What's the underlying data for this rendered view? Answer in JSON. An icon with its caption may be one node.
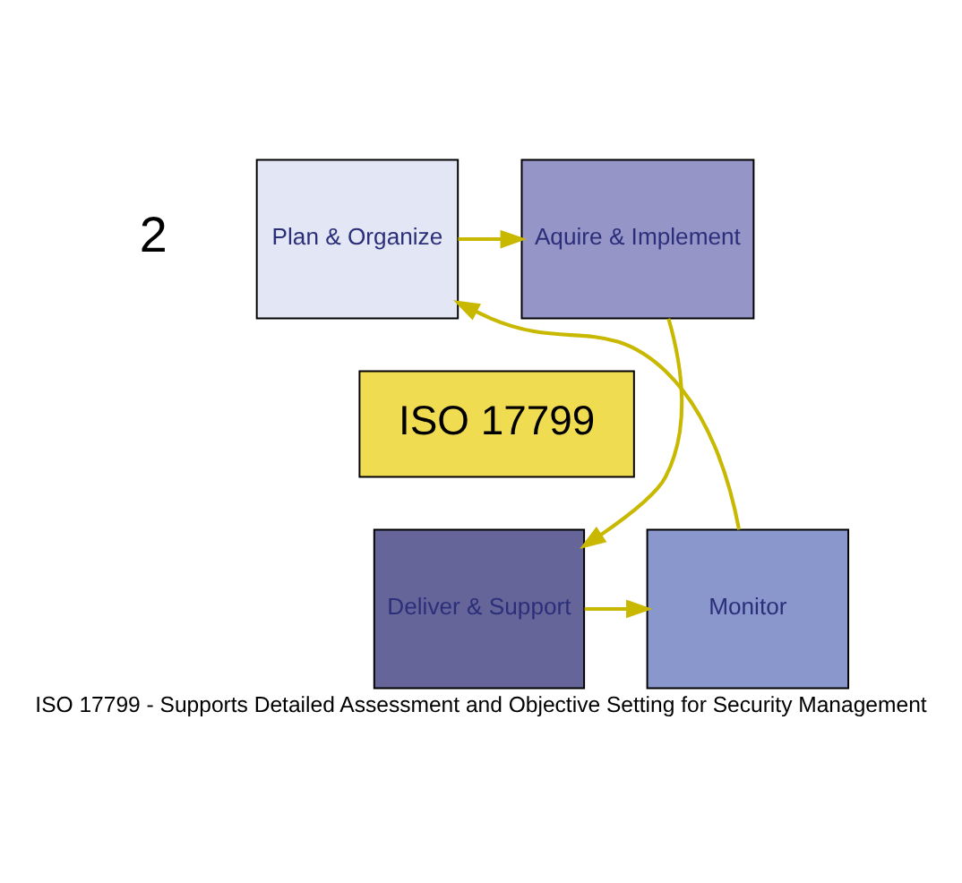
{
  "diagram": {
    "caption": "ISO 17799 - Supports Detailed Assessment and Objective Setting for Security Management",
    "nodes": [
      {
        "text": [
          "Plan & Organize"
        ]
      },
      {
        "text": [
          "Aquire & Implement"
        ]
      },
      {
        "text": [
          "Deliver & Support"
        ]
      },
      {
        "text": [
          "Monitor"
        ]
      },
      {
        "text": [
          "ISO 17799"
        ]
      }
    ],
    "edges": [
      {
        "from": 0,
        "to": 1,
        "arrow": "to"
      },
      {
        "from": 1,
        "to": 2,
        "arrow": "to"
      },
      {
        "from": 2,
        "to": 3,
        "arrow": "to"
      },
      {
        "from": 3,
        "to": 0,
        "arrow": "to"
      }
    ],
    "labels": [
      "2"
    ]
  }
}
